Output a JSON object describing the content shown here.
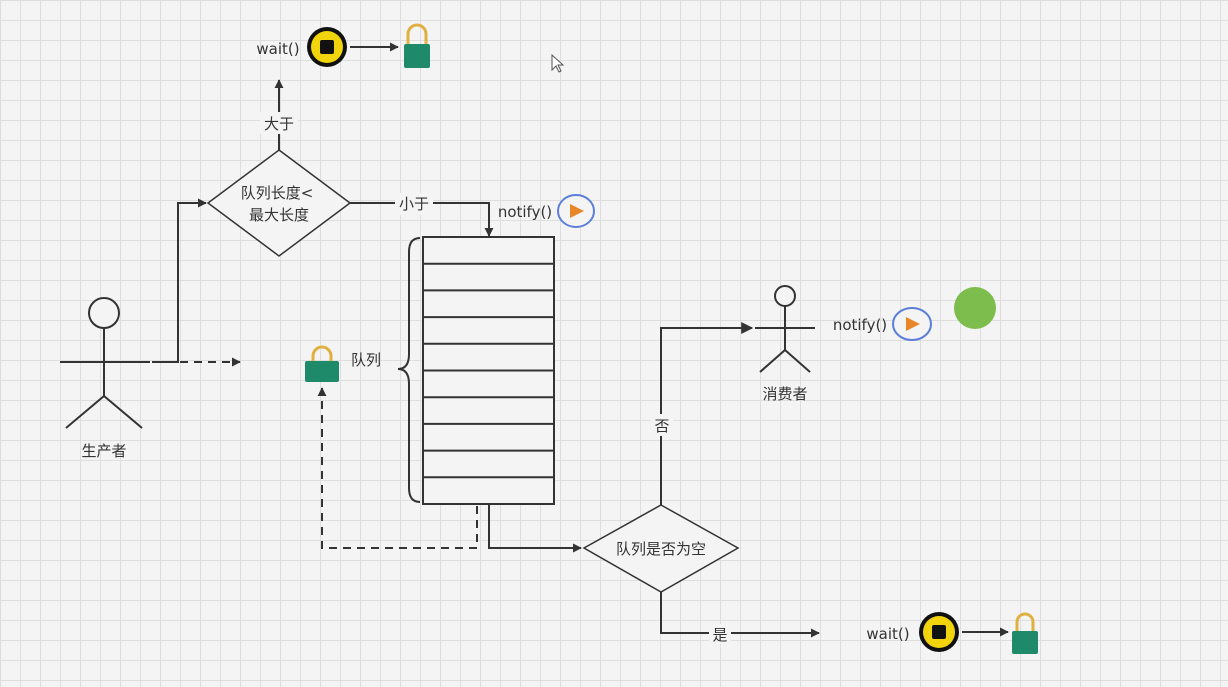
{
  "labels": {
    "wait_top": "wait()",
    "greater": "大于",
    "condition": [
      "队列长度<",
      "最大长度"
    ],
    "less": "小于",
    "notify_top": "notify()",
    "queue": "队列",
    "producer": "生产者",
    "consumer": "消费者",
    "notify_consumer": "notify()",
    "no": "否",
    "empty_check": "队列是否为空",
    "yes": "是",
    "wait_bottom": "wait()"
  },
  "queue_slots": 10,
  "colors": {
    "line": "#333333",
    "stop_icon_fill": "#f2d40c",
    "lock_fill": "#1f8a6a",
    "lock_shackle": "#e0b040",
    "play_ring": "#5b7fd8",
    "play_triangle": "#e8862a",
    "green_dot": "#7cbd4e"
  },
  "icons": [
    "stop-icon",
    "lock-icon",
    "play-icon",
    "cursor-icon"
  ]
}
